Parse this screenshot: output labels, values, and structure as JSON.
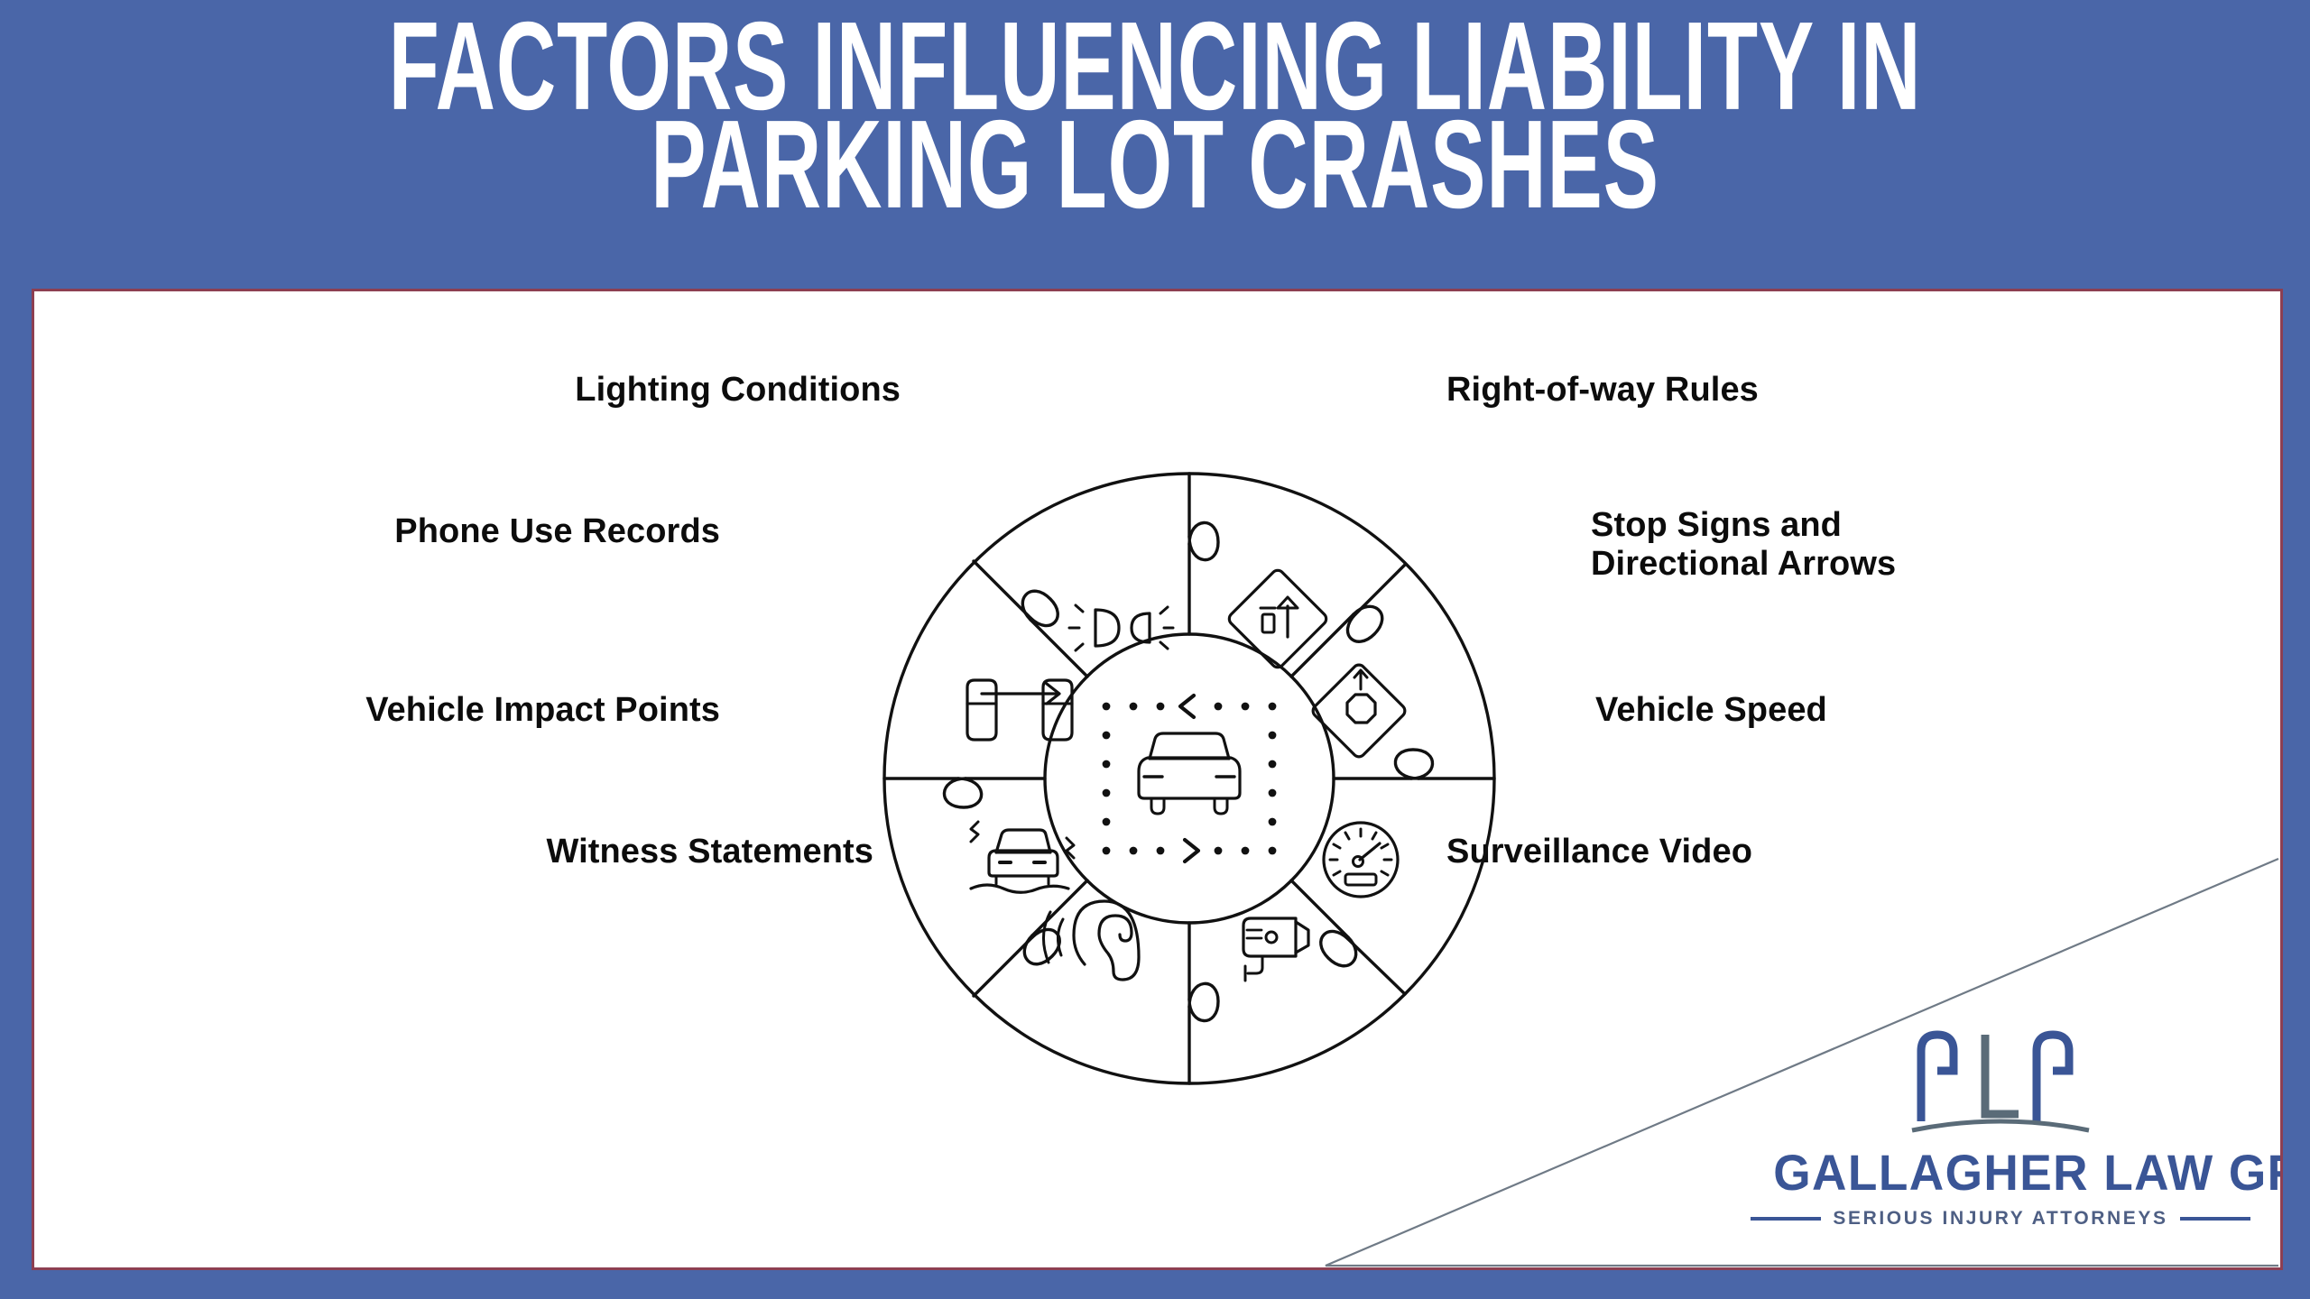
{
  "poster": {
    "title_line1": "Factors Influencing Liability in",
    "title_line2": "Parking Lot Crashes",
    "background_color": "#4a66a8",
    "card_background": "#ffffff",
    "card_border_color": "#8d3f52",
    "line_art_color": "#111111"
  },
  "diagram": {
    "type": "circular-puzzle-wheel",
    "segments": 8,
    "center_icon": "car-parking-assist-icon",
    "factors": [
      {
        "id": "lighting",
        "label": "Lighting Conditions",
        "icon": "headlights-icon",
        "position": "top-left"
      },
      {
        "id": "row",
        "label": "Right-of-way Rules",
        "icon": "lane-direction-sign-icon",
        "position": "top-right"
      },
      {
        "id": "phone",
        "label": "Phone Use Records",
        "icon": "phone-transfer-icon",
        "position": "left-upper"
      },
      {
        "id": "stopsigns",
        "label": "Stop Signs and\nDirectional Arrows",
        "icon": "stop-sign-diamond-icon",
        "position": "right-upper"
      },
      {
        "id": "impact",
        "label": "Vehicle Impact Points",
        "icon": "car-collision-icon",
        "position": "left-lower"
      },
      {
        "id": "speed",
        "label": "Vehicle Speed",
        "icon": "speedometer-icon",
        "position": "right-lower"
      },
      {
        "id": "witness",
        "label": "Witness Statements",
        "icon": "ear-listening-icon",
        "position": "bottom-left"
      },
      {
        "id": "video",
        "label": "Surveillance Video",
        "icon": "cctv-camera-icon",
        "position": "bottom-right"
      }
    ]
  },
  "logo": {
    "monogram": "GLG",
    "wordmark": "GALLAGHER LAW GROUP",
    "tagline": "SERIOUS INJURY ATTORNEYS",
    "primary_color": "#3a5596",
    "secondary_color": "#5a6b78"
  }
}
